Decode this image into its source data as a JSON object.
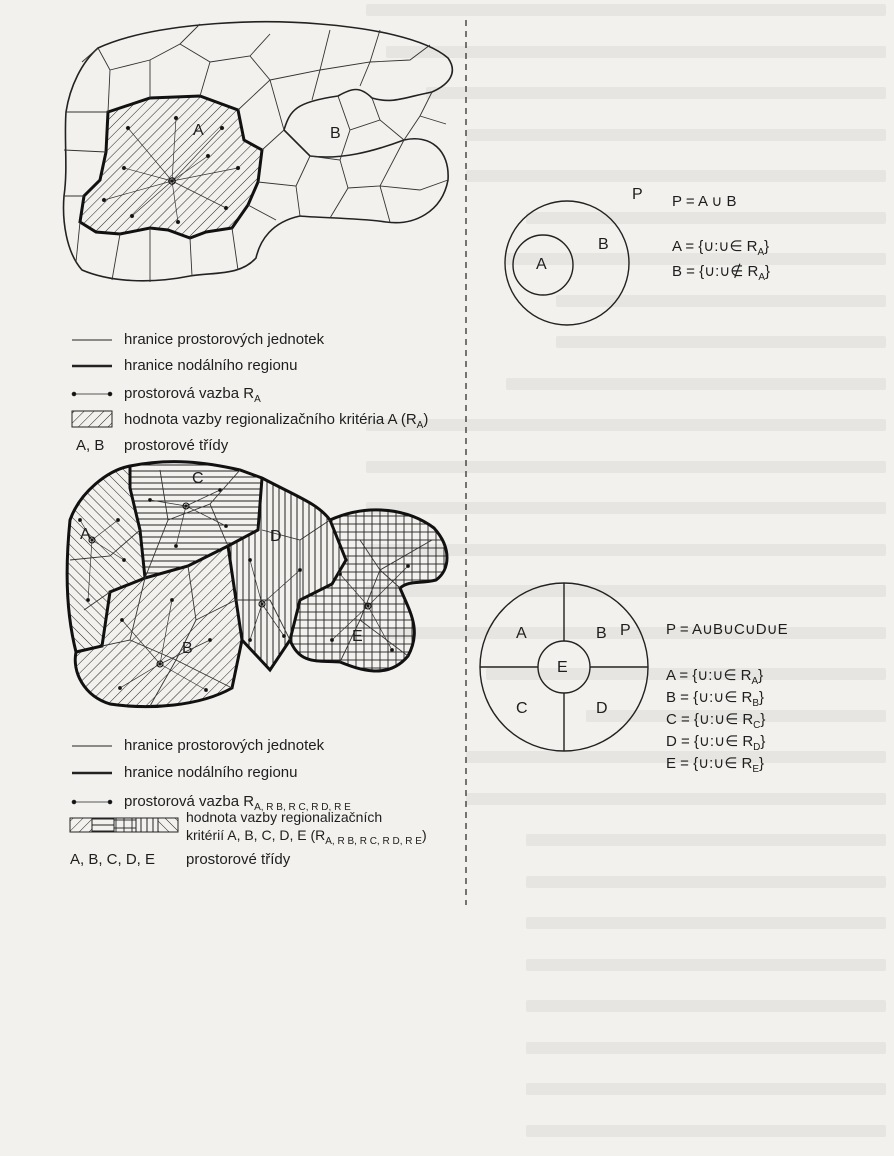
{
  "top": {
    "region_labels": {
      "a": "A",
      "b": "B"
    },
    "circle_labels": {
      "p": "P",
      "a": "A",
      "b": "B"
    },
    "formulas": {
      "union": "P = A ∪ B",
      "a_def": "A = {∪:∪∈",
      "a_sub": "A",
      "b_def": "B = {∪:∪∉",
      "b_sub": "A",
      "r": "R",
      "close": "}"
    },
    "legend": {
      "unit_boundary": "hranice prostorových jednotek",
      "nodal_boundary": "hranice nodálního regionu",
      "spatial_link": "prostorová vazba R",
      "spatial_link_sub": "A",
      "criterion": "hodnota vazby regionalizačního kritéria A (R",
      "criterion_sub": "A",
      "criterion_close": ")",
      "classes_key": "A, B",
      "classes": "prostorové třídy"
    }
  },
  "bottom": {
    "region_labels": {
      "a": "A",
      "b": "B",
      "c": "C",
      "d": "D",
      "e": "E"
    },
    "circle_labels": {
      "p": "P",
      "a": "A",
      "b": "B",
      "c": "C",
      "d": "D",
      "e": "E"
    },
    "formulas": {
      "union": "P = A∪B∪C∪D∪E",
      "a_def": "A = {∪:∪∈",
      "b_def": "B = {∪:∪∈",
      "c_def": "C = {∪:∪∈",
      "d_def": "D = {∪:∪∈",
      "e_def": "E = {∪:∪∈",
      "r": "R",
      "subs": [
        "A",
        "B",
        "C",
        "D",
        "E"
      ],
      "close": "}"
    },
    "legend": {
      "unit_boundary": "hranice prostorových jednotek",
      "nodal_boundary": "hranice nodálního regionu",
      "spatial_link": "prostorová vazba R",
      "spatial_link_subs": "A, R B, R C, R D, R E",
      "criterion_line1": "hodnota vazby regionalizačních",
      "criterion_line2": "kritérií A, B, C, D, E (R",
      "criterion_subs": "A, R B, R C, R D, R E",
      "criterion_close": ")",
      "classes_key": "A, B, C, D, E",
      "classes": "prostorové třídy"
    }
  },
  "colors": {
    "ink": "#1e1e1e",
    "paper": "#f2f1ee",
    "ghost_text": "#e6e5e1"
  }
}
